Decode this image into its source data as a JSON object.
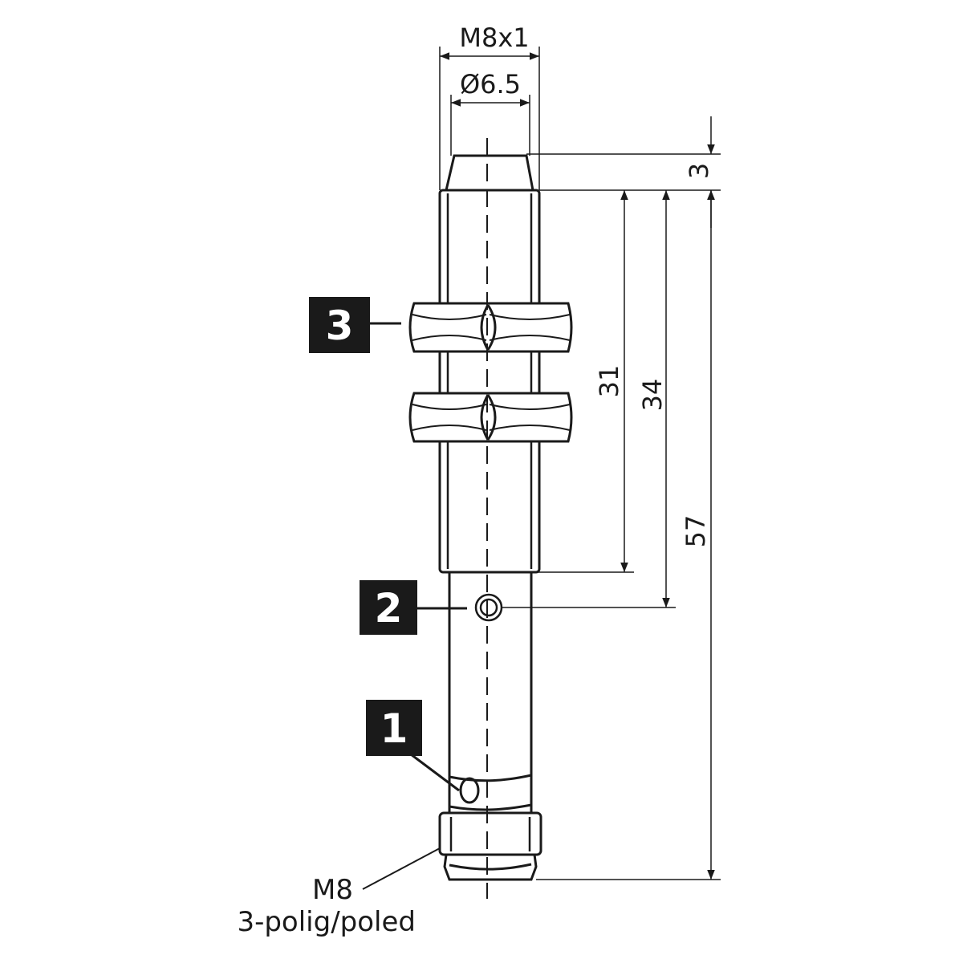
{
  "dimensions": {
    "thread": "M8x1",
    "diameter": "Ø6.5",
    "tip_length": "3",
    "thread_length": "31",
    "led_distance": "34",
    "total_length": "57"
  },
  "connector": {
    "line1": "M8",
    "line2": "3-polig/poled"
  },
  "callouts": [
    "1",
    "2",
    "3"
  ],
  "colors": {
    "line": "#1a1a1a",
    "callout_bg": "#1a1a1a",
    "callout_text": "#ffffff",
    "background": "#ffffff"
  }
}
